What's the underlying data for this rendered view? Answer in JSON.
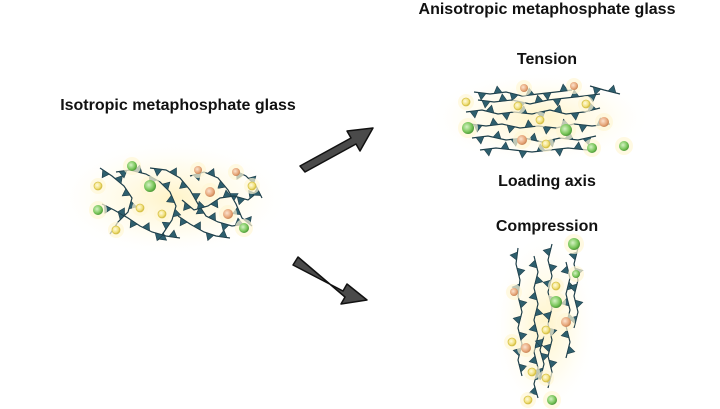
{
  "labels": {
    "isotropic_title": "Isotropic metaphosphate glass",
    "anisotropic_title": "Anisotropic metaphosphate glass",
    "tension": "Tension",
    "loading_axis": "Loading axis",
    "compression": "Compression"
  },
  "colors": {
    "chain_fill": "#2e5f6e",
    "chain_edge": "#1f3f4a",
    "modifier_green": "#6cc24a",
    "modifier_orange": "#e8a06a",
    "modifier_yellow": "#f2e26a",
    "arrow_fill": "#4a4a4a",
    "glow": "#fff6cf"
  },
  "icons": [
    "arrow-right-up-icon",
    "arrow-right-down-icon",
    "phosphate-chain-icon",
    "cation-sphere-icon"
  ]
}
